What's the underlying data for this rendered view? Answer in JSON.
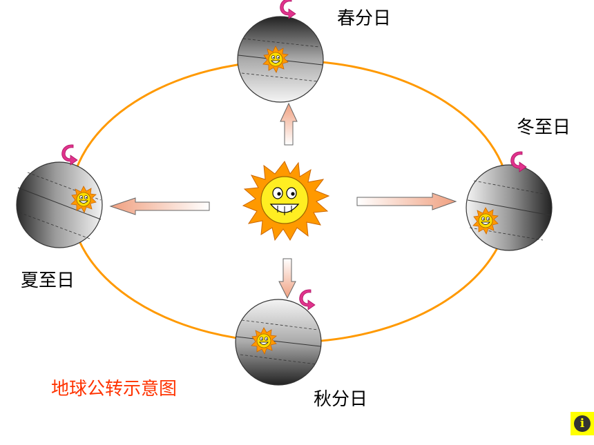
{
  "diagram": {
    "title": "地球公转示意图",
    "title_color": "#ff3300",
    "orbit_color": "#ff9900",
    "labels": {
      "spring_equinox": "春分日",
      "summer_solstice": "夏至日",
      "autumn_equinox": "秋分日",
      "winter_solstice": "冬至日"
    },
    "rotation_arrow_color": "#e0338c",
    "sun_color": "#ffcc00",
    "sun_ray_color": "#ff9900"
  },
  "toolbar": {
    "info_icon": "i"
  }
}
